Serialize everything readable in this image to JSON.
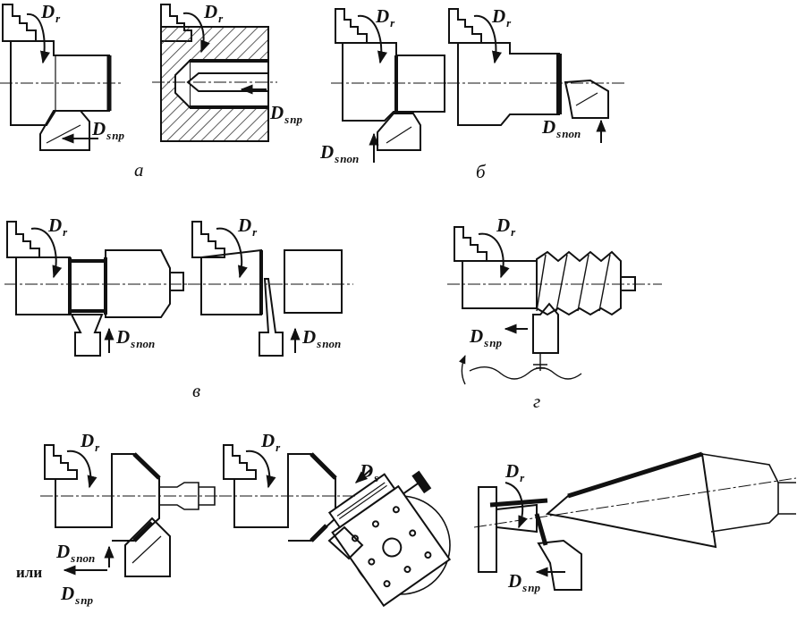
{
  "sym": {
    "D": "D",
    "r": "r",
    "s": "s",
    "pr": "пр",
    "pop": "поп",
    "ili": "или"
  },
  "captions": {
    "a": "а",
    "b": "б",
    "v": "в",
    "g": "г"
  },
  "colors": {
    "ink": "#111111",
    "hatch": "#333333"
  }
}
